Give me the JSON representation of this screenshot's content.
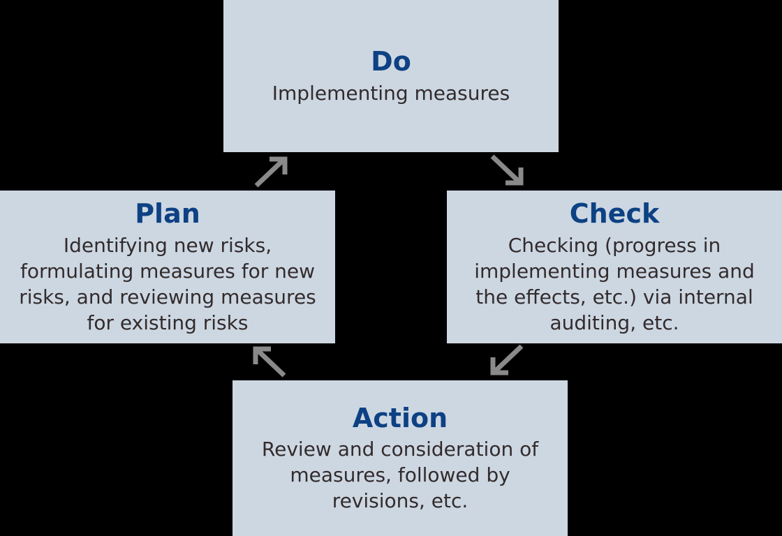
{
  "diagram_type": "pdca-cycle",
  "nodes": {
    "do": {
      "title": "Do",
      "desc": "Implementing measures"
    },
    "check": {
      "title": "Check",
      "desc": "Checking (progress in\nimplementing measures and\nthe effects, etc.) via internal\nauditing, etc."
    },
    "action": {
      "title": "Action",
      "desc": "Review and consideration of\nmeasures, followed by\nrevisions, etc."
    },
    "plan": {
      "title": "Plan",
      "desc": "Identifying new risks,\nformulating measures for new\nrisks, and reviewing measures\nfor existing risks"
    }
  },
  "arrows": [
    {
      "from": "plan",
      "to": "do",
      "direction": "up-right"
    },
    {
      "from": "do",
      "to": "check",
      "direction": "down-right"
    },
    {
      "from": "check",
      "to": "action",
      "direction": "down-left"
    },
    {
      "from": "action",
      "to": "plan",
      "direction": "up-left"
    }
  ],
  "colors": {
    "background": "#000000",
    "box-fill": "#cdd7e2",
    "title-text": "#0d4183",
    "body-text": "#322b2c",
    "arrow": "#8a8a8a"
  }
}
